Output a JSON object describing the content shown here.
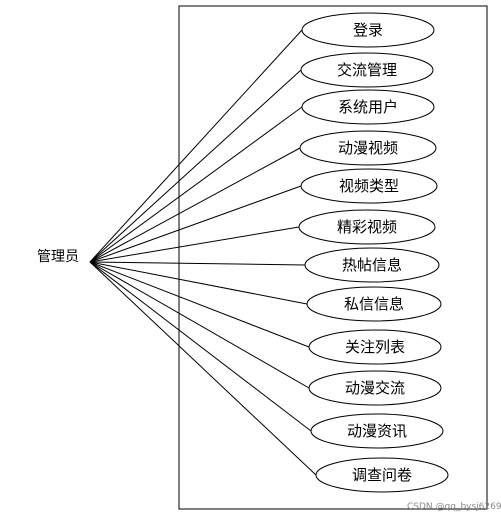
{
  "actor": {
    "label": "管理员"
  },
  "use_cases": [
    {
      "label": "登录"
    },
    {
      "label": "交流管理"
    },
    {
      "label": "系统用户"
    },
    {
      "label": "动漫视频"
    },
    {
      "label": "视频类型"
    },
    {
      "label": "精彩视频"
    },
    {
      "label": "热帖信息"
    },
    {
      "label": "私信信息"
    },
    {
      "label": "关注列表"
    },
    {
      "label": "动漫交流"
    },
    {
      "label": "动漫资讯"
    },
    {
      "label": "调查问卷"
    }
  ],
  "watermark": {
    "text": "CSDN @qq_bysj6269"
  }
}
